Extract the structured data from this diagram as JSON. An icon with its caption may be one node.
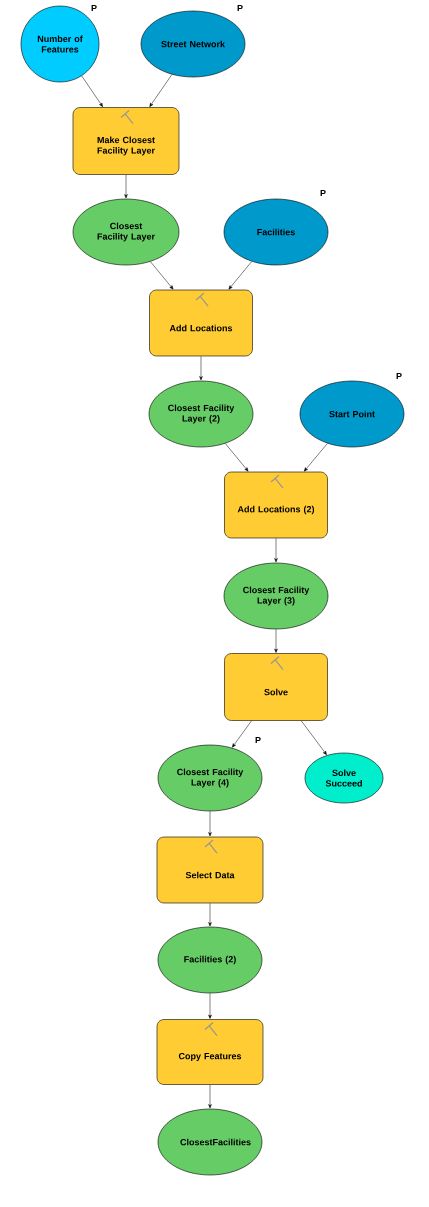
{
  "diagram": {
    "nodes": [
      {
        "text": [
          "Number of Features"
        ],
        "beside": [
          "P"
        ]
      },
      {
        "text": [
          "Street Network"
        ],
        "beside": [
          "P"
        ]
      },
      {
        "text": [
          "Make Closest Facility Layer"
        ]
      },
      {
        "text": [
          "Closest Facility Layer"
        ]
      },
      {
        "text": [
          "Facilities"
        ],
        "beside": [
          "P"
        ]
      },
      {
        "text": [
          "Add Locations"
        ]
      },
      {
        "text": [
          "Closest Facility Layer (2)"
        ]
      },
      {
        "text": [
          "Start Point"
        ],
        "beside": [
          "P"
        ]
      },
      {
        "text": [
          "Add Locations (2)"
        ]
      },
      {
        "text": [
          "Closest Facility Layer (3)"
        ]
      },
      {
        "text": [
          "Solve"
        ]
      },
      {
        "text": [
          "Closest Facility Layer (4)"
        ],
        "beside": [
          "P"
        ]
      },
      {
        "text": [
          "Solve Succeed"
        ]
      },
      {
        "text": [
          "Select Data"
        ]
      },
      {
        "text": [
          "Facilities (2)"
        ]
      },
      {
        "text": [
          "Copy Features"
        ]
      },
      {
        "text": [
          "ClosestFacilities"
        ]
      }
    ],
    "edges": [
      {
        "from": 0,
        "to": 2,
        "arrow": "to"
      },
      {
        "from": 1,
        "to": 2,
        "arrow": "to"
      },
      {
        "from": 2,
        "to": 3,
        "arrow": "to"
      },
      {
        "from": 3,
        "to": 5,
        "arrow": "to"
      },
      {
        "from": 4,
        "to": 5,
        "arrow": "to"
      },
      {
        "from": 5,
        "to": 6,
        "arrow": "to"
      },
      {
        "from": 6,
        "to": 8,
        "arrow": "to"
      },
      {
        "from": 7,
        "to": 8,
        "arrow": "to"
      },
      {
        "from": 8,
        "to": 9,
        "arrow": "to"
      },
      {
        "from": 9,
        "to": 10,
        "arrow": "to"
      },
      {
        "from": 10,
        "to": 11,
        "arrow": "to"
      },
      {
        "from": 10,
        "to": 12,
        "arrow": "to"
      },
      {
        "from": 11,
        "to": 13,
        "arrow": "to"
      },
      {
        "from": 13,
        "to": 14,
        "arrow": "to"
      },
      {
        "from": 14,
        "to": 15,
        "arrow": "to"
      },
      {
        "from": 15,
        "to": 16,
        "arrow": "to"
      }
    ]
  }
}
